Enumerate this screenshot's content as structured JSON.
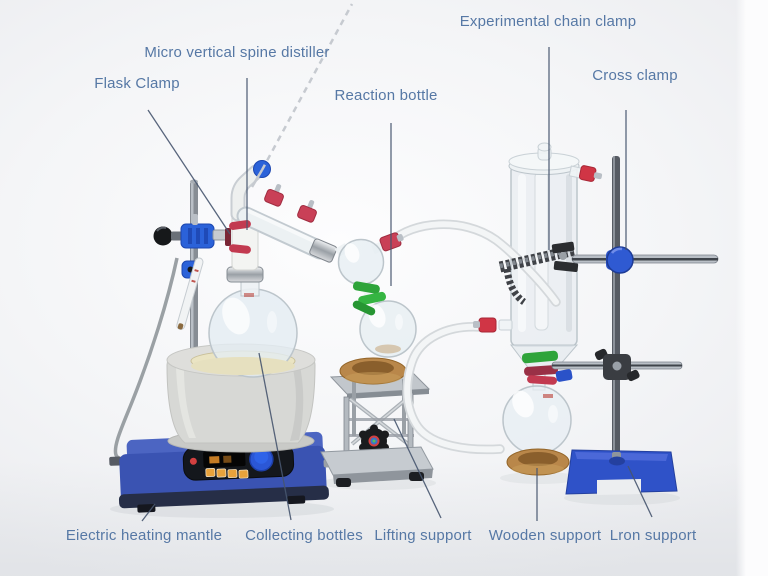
{
  "labels": {
    "spine_distiller": "Micro vertical spine distiller",
    "flask_clamp": "Flask Clamp",
    "reaction_bottle": "Reaction bottle",
    "chain_clamp": "Experimental chain clamp",
    "cross_clamp": "Cross clamp",
    "heating_mantle": "Eiectric heating mantle",
    "collecting_bottles": "Collecting bottles",
    "lifting_support": "Lifting support",
    "wooden_support": "Wooden support",
    "iron_support": "Lron support"
  },
  "colors": {
    "label_text": "#5678a5",
    "leader_line": "#47566f",
    "mantle_base_blue": "#3a53b2",
    "mantle_top_blue": "#4c65c2",
    "mantle_dome_grey": "#d7d8d5",
    "bowl_cream": "#eae4c3",
    "knob_blue": "#2b57d6",
    "button_orange": "#e8a23c",
    "clamp_blue": "#2b62d9",
    "cross_clamp_blue": "#2a52c8",
    "iron_base_blue": "#2f52c8",
    "keck_red": "#c23a50",
    "keck_green": "#2ea43a",
    "cap_red": "#d03545",
    "wood_tan": "#b9874a",
    "wood_dark": "#8a5f2c",
    "steel": "#b9bfc6",
    "dark_metal": "#3a3d42",
    "glass_stroke": "#bcc5cb",
    "tubing_white": "#f3f5f6"
  }
}
